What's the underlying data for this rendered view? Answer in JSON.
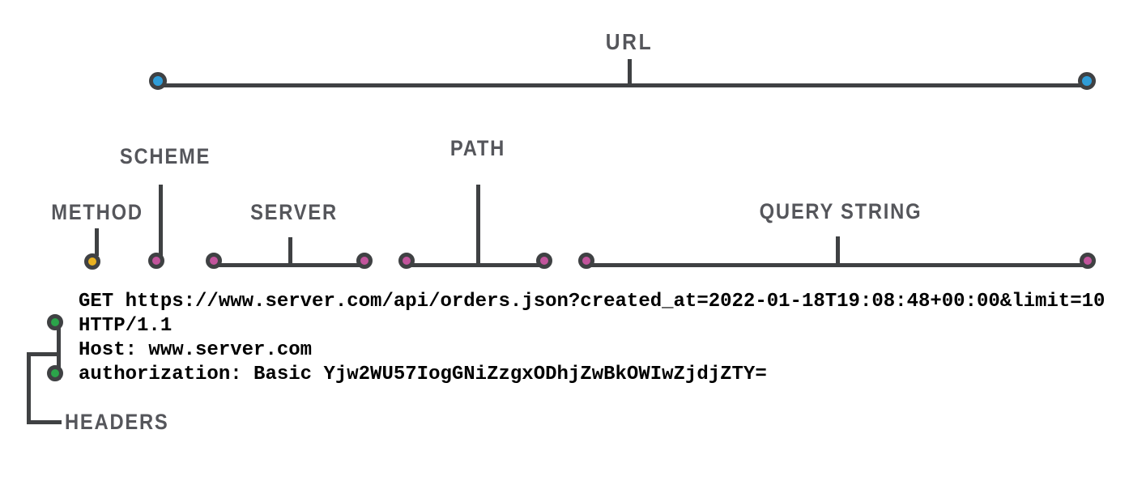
{
  "colors": {
    "line": "#3f4143",
    "label": "#55565b",
    "blue": "#2f9dd8",
    "pink": "#c2549c",
    "yellow": "#e9b120",
    "green": "#2ba44a",
    "text": "#000000"
  },
  "annotations": {
    "url": "URL",
    "method": "METHOD",
    "scheme": "SCHEME",
    "server": "SERVER",
    "path": "PATH",
    "query_string": "QUERY STRING",
    "headers": "HEADERS"
  },
  "request": {
    "request_line": "GET https://www.server.com/api/orders.json?created_at=2022-01-18T19:08:48+00:00&limit=10",
    "protocol_line": "HTTP/1.1",
    "host_header": "Host: www.server.com",
    "authorization_header": "authorization: Basic Yjw2WU57IogGNiZzgxODhjZwBkOWIwZjdjZTY="
  }
}
